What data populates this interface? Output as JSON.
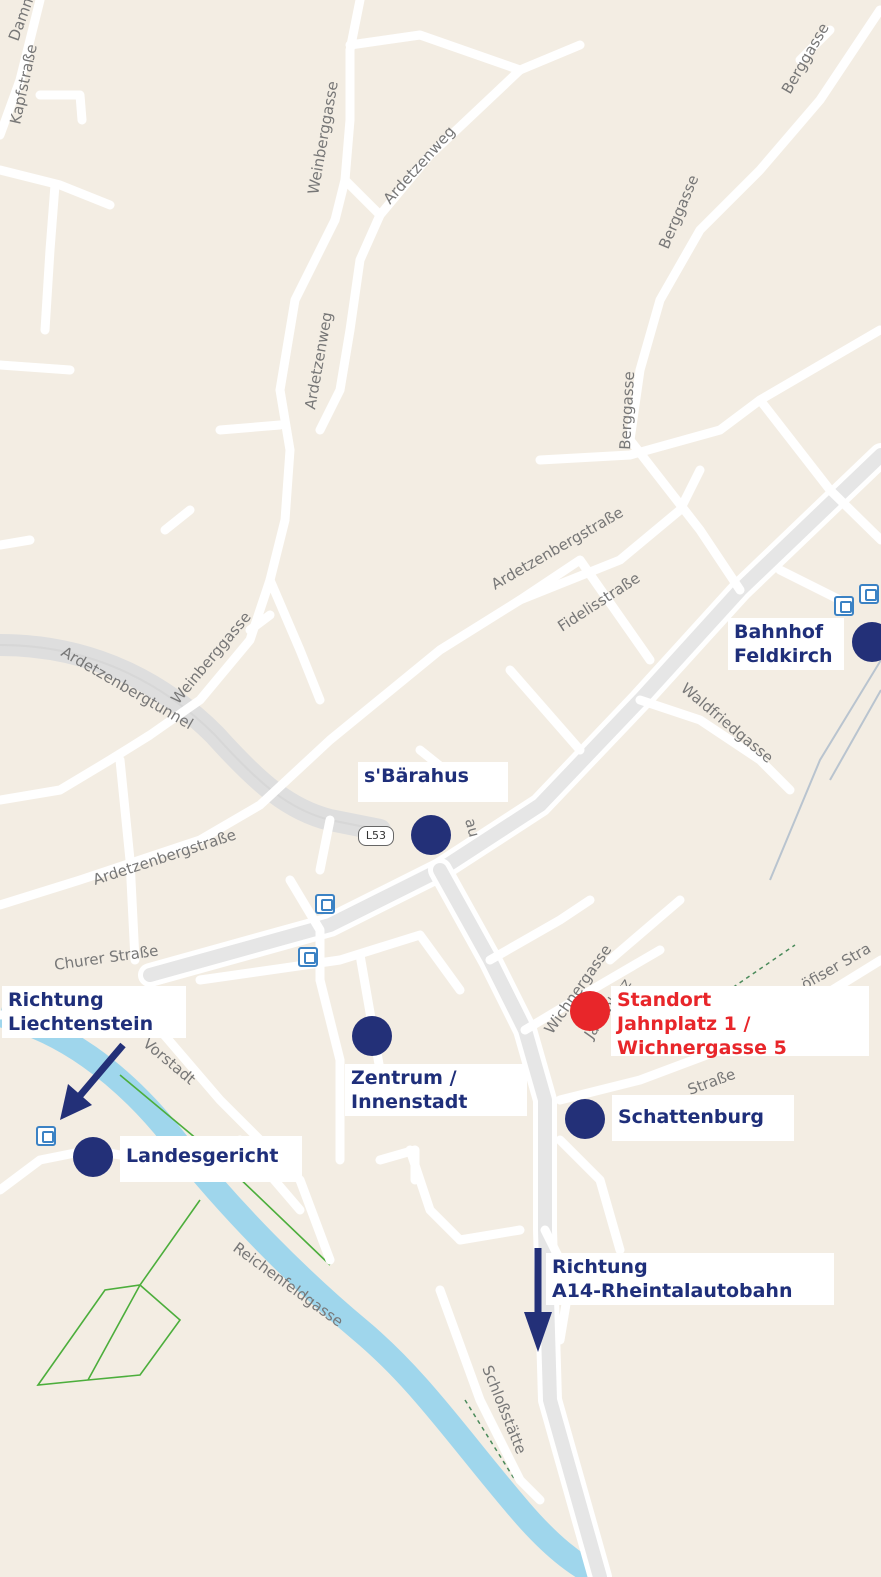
{
  "colors": {
    "background": "#f3ede3",
    "road": "#ffffff",
    "main_road": "#dedede",
    "river": "#9fd6ec",
    "poi": "#233078",
    "poi_location": "#e8262a",
    "label_text": "#1f2f7a",
    "arrow": "#233078"
  },
  "labels": {
    "baerahus": "s'Bärahus",
    "bahnhof_line1": "Bahnhof",
    "bahnhof_line2": "Feldkirch",
    "standort_line1": "Standort",
    "standort_line2": "Jahnplatz 1 /",
    "standort_line3": "Wichnergasse 5",
    "zentrum_line1": "Zentrum /",
    "zentrum_line2": "Innenstadt",
    "schattenburg": "Schattenburg",
    "landesgericht": "Landesgericht",
    "liechtenstein_line1": "Richtung",
    "liechtenstein_line2": "Liechtenstein",
    "autobahn_line1": "Richtung",
    "autobahn_line2": "A14-Rheintalautobahn"
  },
  "road_badge": "L53",
  "icons": {
    "bus_stop": "bus-stop-icon",
    "direction_arrow": "arrow-icon"
  },
  "streets": {
    "kapfstrasse": "Kapfstraße",
    "damm": "Damm",
    "weinberggasse_top": "Weinberggasse",
    "ardetzenweg_top": "Ardetzenweg",
    "ardetzenweg_mid": "Ardetzenweg",
    "berggasse_top": "Berggasse",
    "berggasse_mid": "Berggasse",
    "berggasse_low": "Berggasse",
    "ardetzenbergstrasse_upper": "Ardetzenbergstraße",
    "fidelisstrasse": "Fidelisstraße",
    "waldfriedgasse": "Waldfriedgasse",
    "ardetzenbergtunnel": "Ardetzenbergtunnel",
    "weinberggasse_low": "Weinberggasse",
    "ardetzenbergstrasse_lower": "Ardetzenbergstraße",
    "au": "au",
    "churer_strasse": "Churer Straße",
    "vorstadt": "Vorstadt",
    "wichnergasse": "Wichnergasse",
    "jahnplatz": "Jahnplatz",
    "strasse": "Straße",
    "toeser": "öfiser Stra",
    "reichenfeldgasse": "Reichenfeldgasse",
    "schlossstaette": "Schloßstätte"
  }
}
